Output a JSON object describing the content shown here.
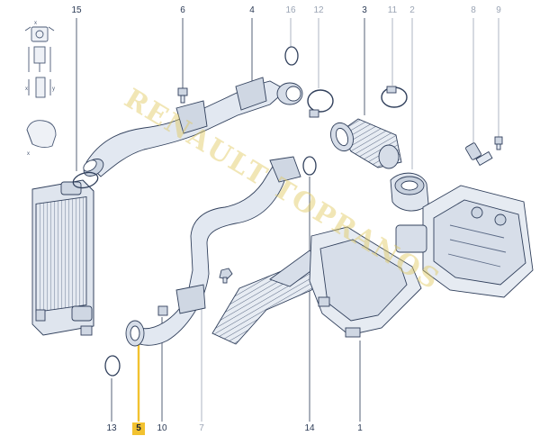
{
  "diagram": {
    "callouts_top": [
      {
        "id": "15",
        "label": "15",
        "muted": false
      },
      {
        "id": "6",
        "label": "6",
        "muted": false
      },
      {
        "id": "4",
        "label": "4",
        "muted": false
      },
      {
        "id": "16",
        "label": "16",
        "muted": true
      },
      {
        "id": "12",
        "label": "12",
        "muted": true
      },
      {
        "id": "3",
        "label": "3",
        "muted": false
      },
      {
        "id": "11",
        "label": "11",
        "muted": true
      },
      {
        "id": "2",
        "label": "2",
        "muted": true
      },
      {
        "id": "8",
        "label": "8",
        "muted": true
      },
      {
        "id": "9",
        "label": "9",
        "muted": true
      }
    ],
    "callouts_bottom": [
      {
        "id": "13",
        "label": "13",
        "muted": false
      },
      {
        "id": "5",
        "label": "5",
        "muted": false,
        "highlighted": true
      },
      {
        "id": "10",
        "label": "10",
        "muted": false
      },
      {
        "id": "7",
        "label": "7",
        "muted": true
      },
      {
        "id": "14",
        "label": "14",
        "muted": false
      },
      {
        "id": "1",
        "label": "1",
        "muted": false
      }
    ],
    "watermark": "RENAULT TOPRANOS",
    "colors": {
      "line": "#2b3a55",
      "muted": "#9aa4b4",
      "highlight": "#f2c230",
      "part_fill": "#dfe5ee",
      "part_stroke": "#31405c"
    }
  }
}
